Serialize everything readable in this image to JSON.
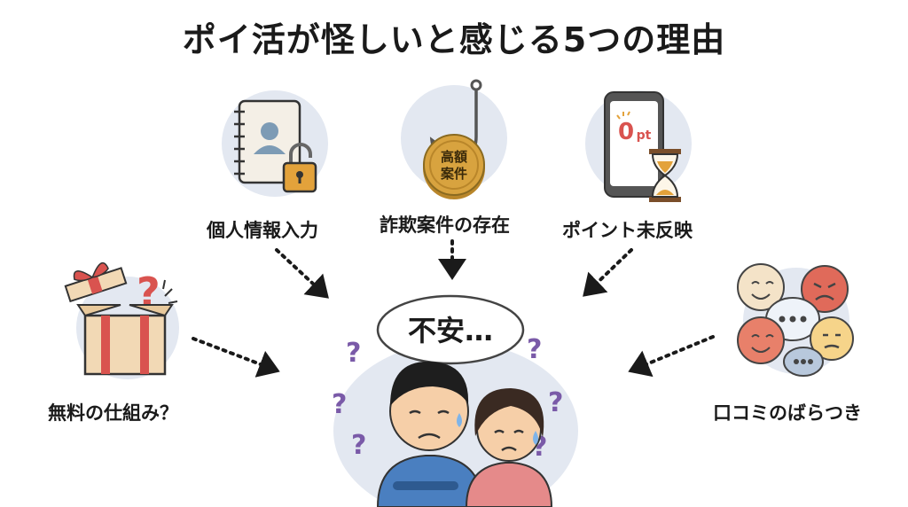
{
  "title": "ポイ活が怪しいと感じる5つの理由",
  "reasons": [
    {
      "label": "個人情報入力",
      "icon": "address-book-lock-icon"
    },
    {
      "label": "詐欺案件の存在",
      "icon": "fishhook-coin-icon"
    },
    {
      "label": "ポイント未反映",
      "icon": "phone-hourglass-icon"
    },
    {
      "label": "無料の仕組み？",
      "icon": "gift-box-question-icon"
    },
    {
      "label": "口コミのばらつき",
      "icon": "review-faces-icon"
    }
  ],
  "coin_text": {
    "line1": "高額",
    "line2": "案件"
  },
  "phone_text": {
    "value": "0",
    "unit": "pt"
  },
  "center": {
    "bubble_text": "不安…",
    "icon": "worried-couple-icon"
  },
  "colors": {
    "accent": "#d9534f",
    "circle_bg": "#e3e8f1",
    "coin": "#d8a33f"
  }
}
